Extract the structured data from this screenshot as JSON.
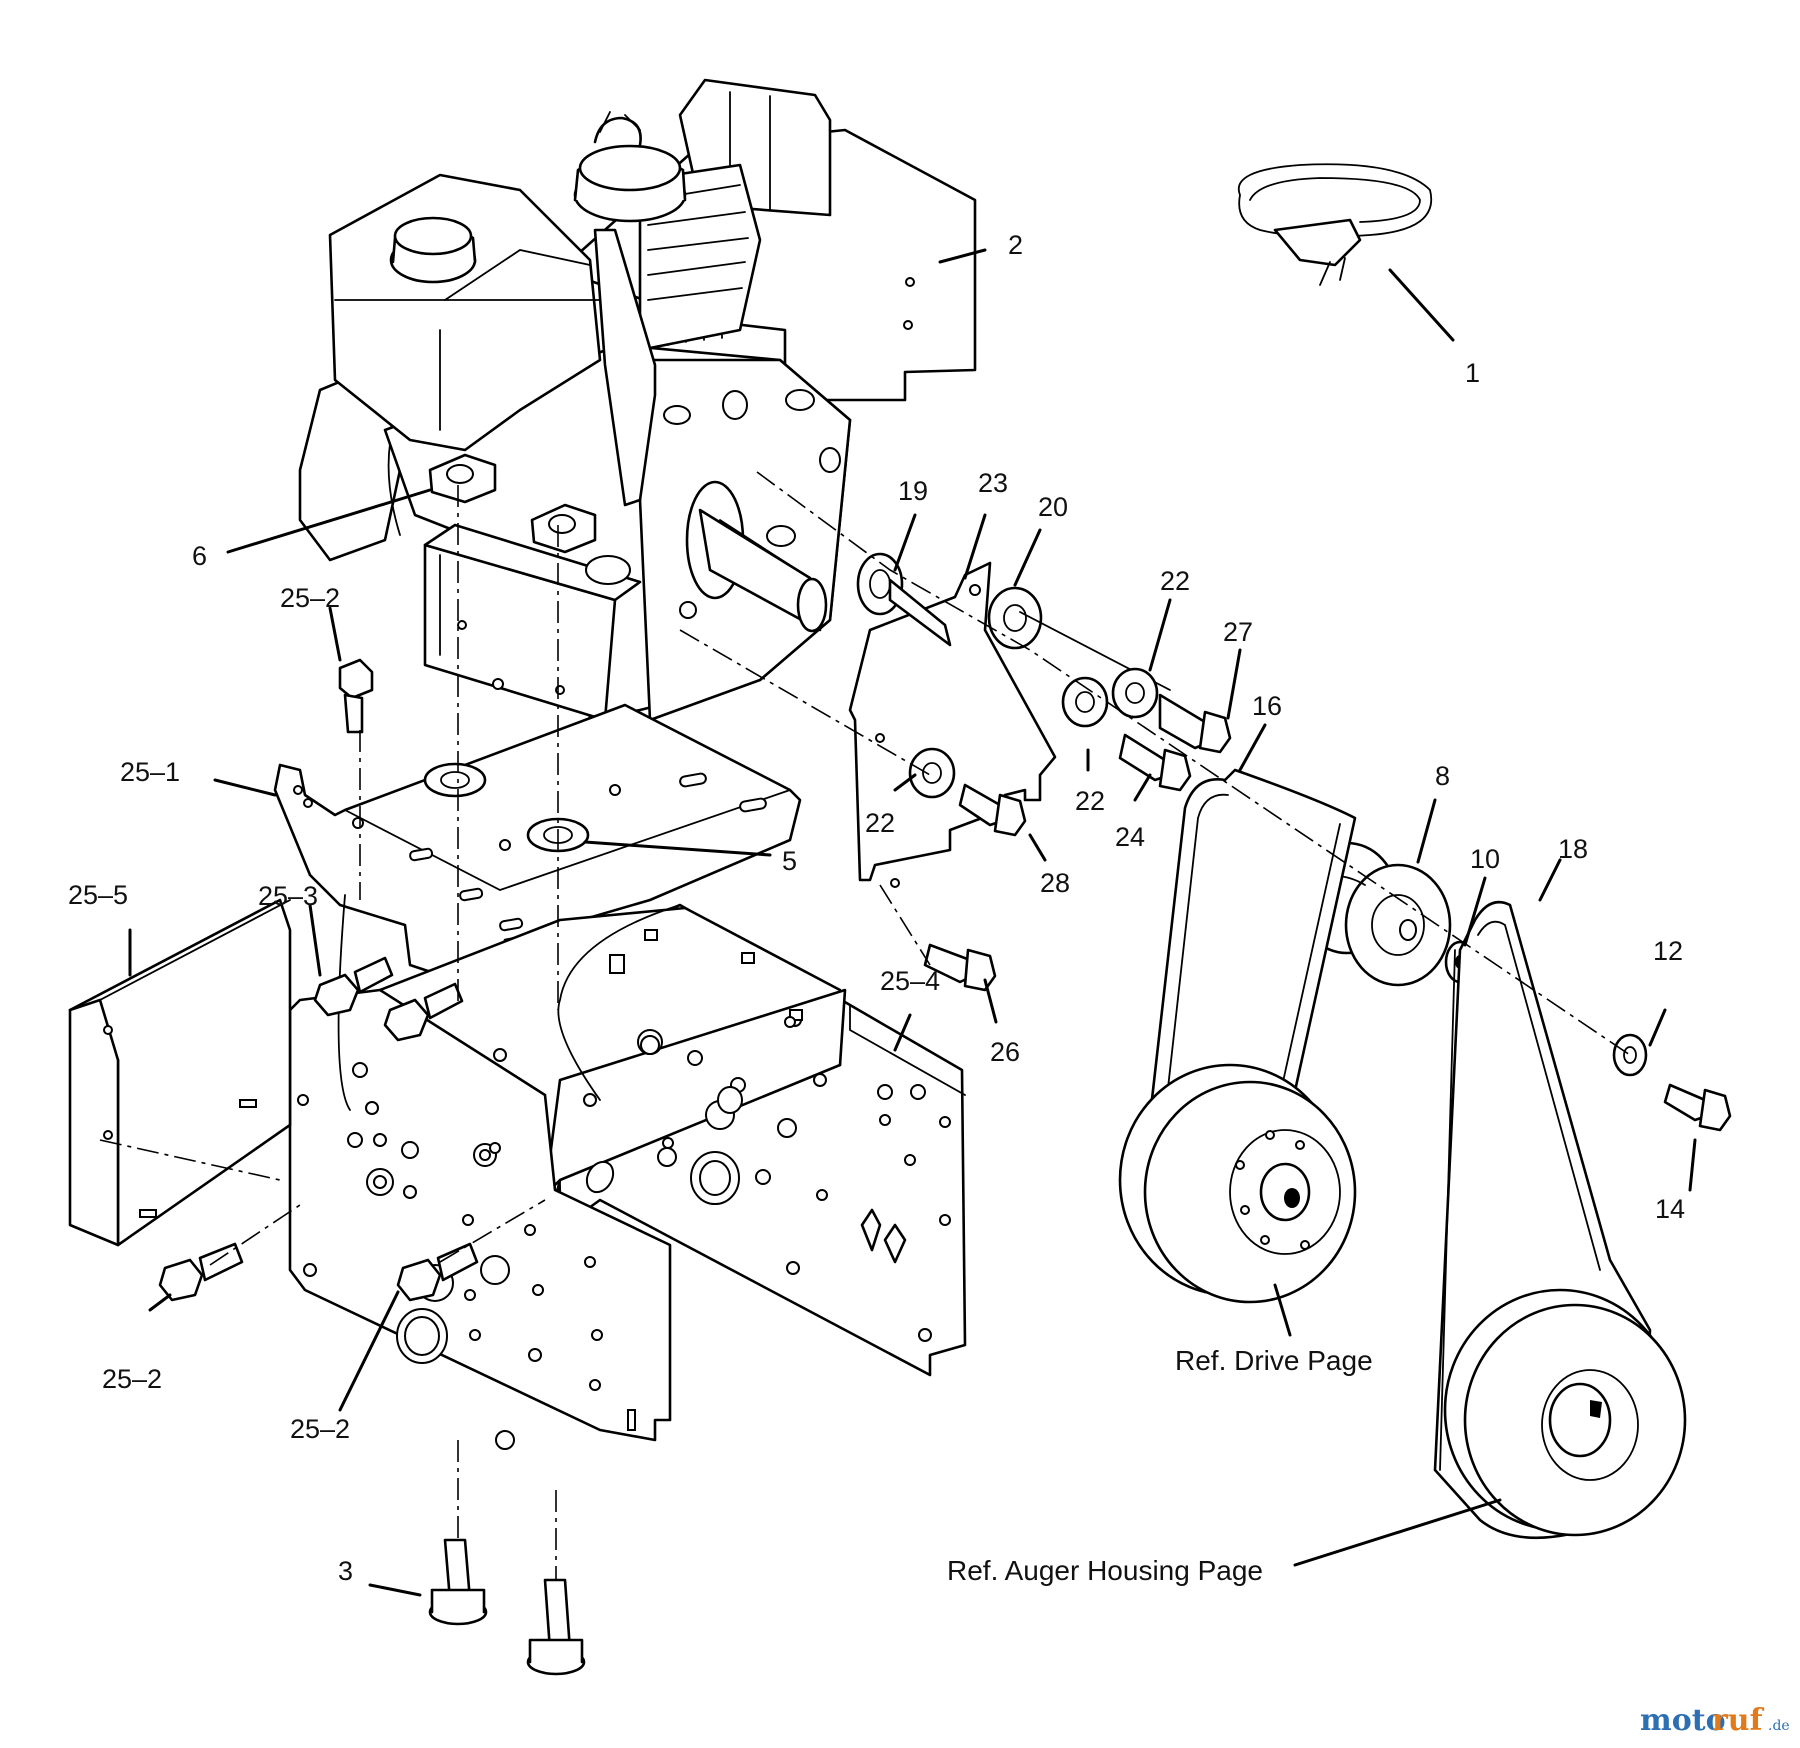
{
  "diagram": {
    "labels": {
      "p1": "1",
      "p2": "2",
      "p3": "3",
      "p5": "5",
      "p6": "6",
      "p8": "8",
      "p10": "10",
      "p12": "12",
      "p14": "14",
      "p16": "16",
      "p18": "18",
      "p19": "19",
      "p20": "20",
      "p22a": "22",
      "p22b": "22",
      "p22c": "22",
      "p23": "23",
      "p24": "24",
      "p25_1": "25–1",
      "p25_2a": "25–2",
      "p25_2b": "25–2",
      "p25_2c": "25–2",
      "p25_3": "25–3",
      "p25_4": "25–4",
      "p25_5": "25–5",
      "p26": "26",
      "p27": "27",
      "p28": "28"
    },
    "references": {
      "drive": "Ref. Drive Page",
      "auger_housing": "Ref. Auger Housing Page"
    }
  },
  "watermark": {
    "part_a": "moto",
    "part_b": "ruf",
    "suffix": ".de"
  },
  "colors": {
    "line": "#000000",
    "background": "#ffffff",
    "watermark_blue": "#2e6fb3",
    "watermark_orange": "#e07a1c"
  }
}
